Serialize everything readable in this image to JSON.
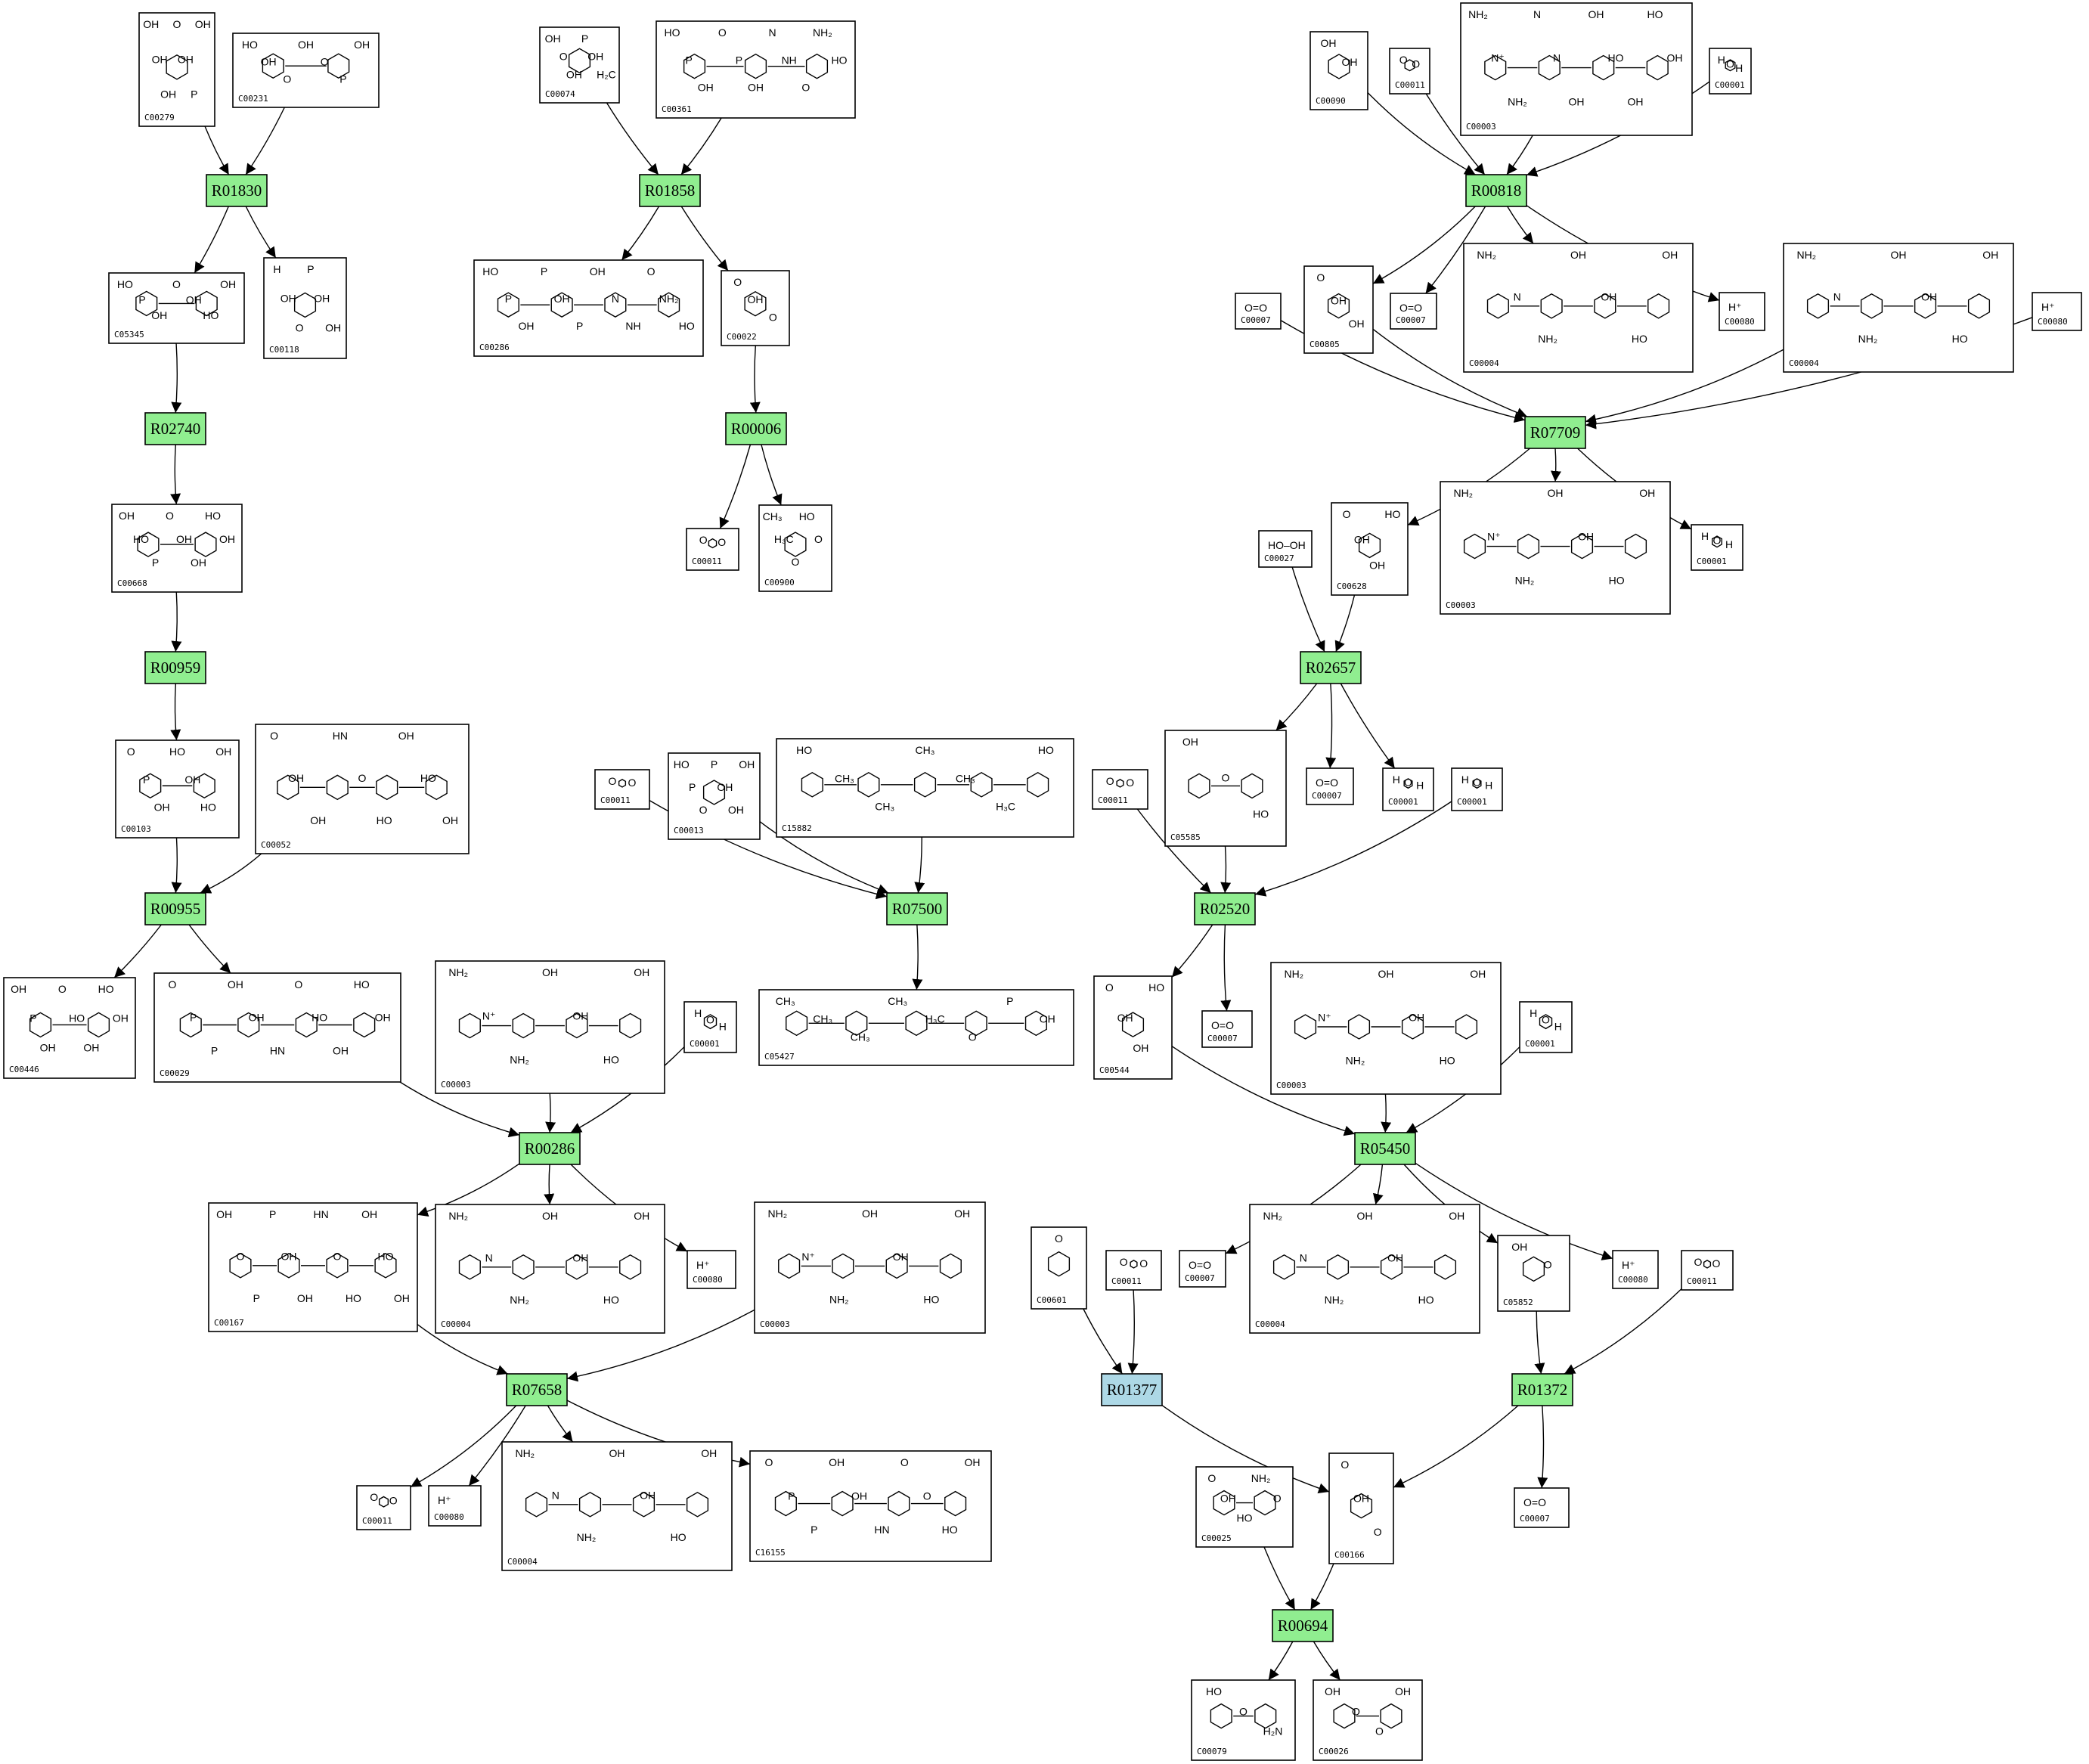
{
  "reactions": [
    {
      "id": "R01830",
      "alt": false
    },
    {
      "id": "R01858",
      "alt": false
    },
    {
      "id": "R00818",
      "alt": false
    },
    {
      "id": "R02740",
      "alt": false
    },
    {
      "id": "R00006",
      "alt": false
    },
    {
      "id": "R07709",
      "alt": false
    },
    {
      "id": "R00959",
      "alt": false
    },
    {
      "id": "R02657",
      "alt": false
    },
    {
      "id": "R00955",
      "alt": false
    },
    {
      "id": "R07500",
      "alt": false
    },
    {
      "id": "R02520",
      "alt": false
    },
    {
      "id": "R00286",
      "alt": false
    },
    {
      "id": "R05450",
      "alt": false
    },
    {
      "id": "R01377",
      "alt": true
    },
    {
      "id": "R07658",
      "alt": false
    },
    {
      "id": "R01372",
      "alt": false
    },
    {
      "id": "R00694",
      "alt": false
    }
  ],
  "compounds": [
    {
      "key": "c279",
      "id": "C00279",
      "labels": [
        "OH",
        "OH",
        "OH",
        "O",
        "OH",
        "P",
        "OH"
      ]
    },
    {
      "key": "c231",
      "id": "C00231",
      "labels": [
        "HO",
        "OH",
        "O",
        "OH",
        "O",
        "P",
        "OH"
      ]
    },
    {
      "key": "c74",
      "id": "C00074",
      "labels": [
        "OH",
        "O",
        "OH",
        "P",
        "OH",
        "H₂C"
      ]
    },
    {
      "key": "c361",
      "id": "C00361",
      "labels": [
        "HO",
        "P",
        "OH",
        "O",
        "P",
        "OH",
        "N",
        "NH",
        "O",
        "NH₂",
        "HO"
      ]
    },
    {
      "key": "c90",
      "id": "C00090",
      "labels": [
        "OH",
        "OH"
      ]
    },
    {
      "key": "c11a",
      "id": "C00011",
      "labels": [
        "O",
        "O"
      ]
    },
    {
      "key": "c3a",
      "id": "C00003",
      "labels": [
        "NH₂",
        "N⁺",
        "NH₂",
        "N",
        "N",
        "OH",
        "OH",
        "HO",
        "OH",
        "HO",
        "OH"
      ]
    },
    {
      "key": "c1a",
      "id": "C00001",
      "labels": [
        "H",
        "O",
        "H"
      ]
    },
    {
      "key": "c5345",
      "id": "C05345",
      "labels": [
        "HO",
        "P",
        "OH",
        "O",
        "OH",
        "HO",
        "OH"
      ]
    },
    {
      "key": "c118",
      "id": "C00118",
      "labels": [
        "H",
        "OH",
        "O",
        "P",
        "OH",
        "OH"
      ]
    },
    {
      "key": "c286",
      "id": "C00286",
      "labels": [
        "HO",
        "P",
        "OH",
        "P",
        "OH",
        "P",
        "OH",
        "N",
        "NH",
        "O",
        "NH₂",
        "HO"
      ]
    },
    {
      "key": "c22",
      "id": "C00022",
      "labels": [
        "O",
        "OH",
        "O"
      ]
    },
    {
      "key": "c805",
      "id": "C00805",
      "labels": [
        "O",
        "OH",
        "OH"
      ]
    },
    {
      "key": "c7a",
      "id": "C00007",
      "labels": [
        "O=O"
      ]
    },
    {
      "key": "c7b",
      "id": "C00007",
      "labels": [
        "O=O"
      ]
    },
    {
      "key": "c4a",
      "id": "C00004",
      "labels": [
        "NH₂",
        "N",
        "NH₂",
        "OH",
        "OH",
        "HO",
        "OH"
      ]
    },
    {
      "key": "c80a",
      "id": "C00080",
      "labels": [
        "H⁺"
      ]
    },
    {
      "key": "c4b",
      "id": "C00004",
      "labels": [
        "NH₂",
        "N",
        "NH₂",
        "OH",
        "OH",
        "HO",
        "OH"
      ]
    },
    {
      "key": "c80b",
      "id": "C00080",
      "labels": [
        "H⁺"
      ]
    },
    {
      "key": "c668",
      "id": "C00668",
      "labels": [
        "OH",
        "HO",
        "P",
        "O",
        "OH",
        "OH",
        "HO",
        "OH"
      ]
    },
    {
      "key": "c11b",
      "id": "C00011",
      "labels": [
        "O",
        "O"
      ]
    },
    {
      "key": "c900",
      "id": "C00900",
      "labels": [
        "CH₃",
        "H₃C",
        "O",
        "HO",
        "O"
      ]
    },
    {
      "key": "c27",
      "id": "C00027",
      "labels": [
        "HO–OH"
      ]
    },
    {
      "key": "c628",
      "id": "C00628",
      "labels": [
        "O",
        "OH",
        "OH",
        "HO"
      ]
    },
    {
      "key": "c3b",
      "id": "C00003",
      "labels": [
        "NH₂",
        "N⁺",
        "NH₂",
        "OH",
        "OH",
        "HO",
        "OH"
      ]
    },
    {
      "key": "c1b",
      "id": "C00001",
      "labels": [
        "H",
        "O",
        "H"
      ]
    },
    {
      "key": "c103",
      "id": "C00103",
      "labels": [
        "O",
        "P",
        "OH",
        "HO",
        "OH",
        "HO",
        "OH"
      ]
    },
    {
      "key": "c52",
      "id": "C00052",
      "labels": [
        "O",
        "OH",
        "OH",
        "HN",
        "O",
        "HO",
        "OH",
        "HO",
        "OH"
      ]
    },
    {
      "key": "c5585",
      "id": "C05585",
      "labels": [
        "OH",
        "O",
        "HO"
      ]
    },
    {
      "key": "c7c",
      "id": "C00007",
      "labels": [
        "O=O"
      ]
    },
    {
      "key": "c1c",
      "id": "C00001",
      "labels": [
        "H",
        "O",
        "H"
      ]
    },
    {
      "key": "c11c",
      "id": "C00011",
      "labels": [
        "O",
        "O"
      ]
    },
    {
      "key": "c13",
      "id": "C00013",
      "labels": [
        "HO",
        "P",
        "O",
        "P",
        "OH",
        "OH",
        "OH"
      ]
    },
    {
      "key": "c15882",
      "id": "C15882",
      "labels": [
        "HO",
        "CH₃",
        "CH₃",
        "CH₃",
        "CH₃",
        "H₃C",
        "HO"
      ]
    },
    {
      "key": "c11d",
      "id": "C00011",
      "labels": [
        "O",
        "O"
      ]
    },
    {
      "key": "c1d",
      "id": "C00001",
      "labels": [
        "H",
        "O",
        "H"
      ]
    },
    {
      "key": "c446",
      "id": "C00446",
      "labels": [
        "OH",
        "P",
        "OH",
        "O",
        "HO",
        "OH",
        "HO",
        "OH"
      ]
    },
    {
      "key": "c29",
      "id": "C00029",
      "labels": [
        "O",
        "P",
        "P",
        "OH",
        "OH",
        "HN",
        "O",
        "HO",
        "OH",
        "HO",
        "OH"
      ]
    },
    {
      "key": "c3c",
      "id": "C00003",
      "labels": [
        "NH₂",
        "N⁺",
        "NH₂",
        "OH",
        "OH",
        "HO",
        "OH"
      ]
    },
    {
      "key": "c1e",
      "id": "C00001",
      "labels": [
        "H",
        "O",
        "H"
      ]
    },
    {
      "key": "c5427",
      "id": "C05427",
      "labels": [
        "CH₃",
        "CH₃",
        "CH₃",
        "CH₃",
        "H₃C",
        "O",
        "P",
        "OH"
      ]
    },
    {
      "key": "c544",
      "id": "C00544",
      "labels": [
        "O",
        "OH",
        "OH",
        "HO"
      ]
    },
    {
      "key": "c7d",
      "id": "C00007",
      "labels": [
        "O=O"
      ]
    },
    {
      "key": "c3d",
      "id": "C00003",
      "labels": [
        "NH₂",
        "N⁺",
        "NH₂",
        "OH",
        "OH",
        "HO",
        "OH"
      ]
    },
    {
      "key": "c1f",
      "id": "C00001",
      "labels": [
        "H",
        "O",
        "H"
      ]
    },
    {
      "key": "c167",
      "id": "C00167",
      "labels": [
        "OH",
        "O",
        "P",
        "P",
        "OH",
        "OH",
        "HN",
        "O",
        "HO",
        "OH",
        "HO",
        "OH"
      ]
    },
    {
      "key": "c4c",
      "id": "C00004",
      "labels": [
        "NH₂",
        "N",
        "NH₂",
        "OH",
        "OH",
        "HO",
        "OH"
      ]
    },
    {
      "key": "c80c",
      "id": "C00080",
      "labels": [
        "H⁺"
      ]
    },
    {
      "key": "c3e",
      "id": "C00003",
      "labels": [
        "NH₂",
        "N⁺",
        "NH₂",
        "OH",
        "OH",
        "HO",
        "OH"
      ]
    },
    {
      "key": "c601",
      "id": "C00601",
      "labels": [
        "O"
      ]
    },
    {
      "key": "c11e",
      "id": "C00011",
      "labels": [
        "O",
        "O"
      ]
    },
    {
      "key": "c7e",
      "id": "C00007",
      "labels": [
        "O=O"
      ]
    },
    {
      "key": "c4d",
      "id": "C00004",
      "labels": [
        "NH₂",
        "N",
        "NH₂",
        "OH",
        "OH",
        "HO",
        "OH"
      ]
    },
    {
      "key": "c5852",
      "id": "C05852",
      "labels": [
        "OH",
        "O"
      ]
    },
    {
      "key": "c80d",
      "id": "C00080",
      "labels": [
        "H⁺"
      ]
    },
    {
      "key": "c11f",
      "id": "C00011",
      "labels": [
        "O",
        "O"
      ]
    },
    {
      "key": "c11g",
      "id": "C00011",
      "labels": [
        "O",
        "O"
      ]
    },
    {
      "key": "c80e",
      "id": "C00080",
      "labels": [
        "H⁺"
      ]
    },
    {
      "key": "c4e",
      "id": "C00004",
      "labels": [
        "NH₂",
        "N",
        "NH₂",
        "OH",
        "OH",
        "HO",
        "OH"
      ]
    },
    {
      "key": "c16155",
      "id": "C16155",
      "labels": [
        "O",
        "P",
        "P",
        "OH",
        "OH",
        "HN",
        "O",
        "O",
        "HO",
        "OH"
      ]
    },
    {
      "key": "c25",
      "id": "C00025",
      "labels": [
        "O",
        "OH",
        "HO",
        "NH₂",
        "O"
      ]
    },
    {
      "key": "c166",
      "id": "C00166",
      "labels": [
        "O",
        "OH",
        "O"
      ]
    },
    {
      "key": "c7f",
      "id": "C00007",
      "labels": [
        "O=O"
      ]
    },
    {
      "key": "c79",
      "id": "C00079",
      "labels": [
        "HO",
        "O",
        "H₂N"
      ]
    },
    {
      "key": "c26",
      "id": "C00026",
      "labels": [
        "OH",
        "O",
        "O",
        "OH"
      ]
    }
  ]
}
